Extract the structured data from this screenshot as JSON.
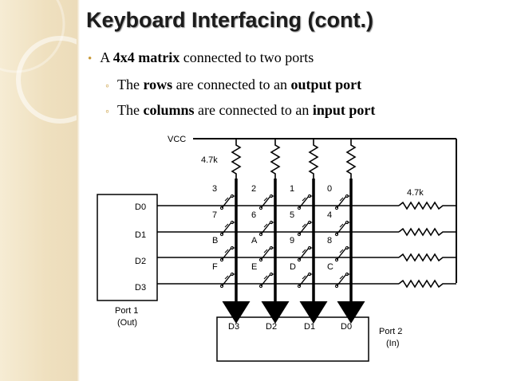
{
  "title": "Keyboard Interfacing (cont.)",
  "bullets": {
    "main": {
      "prefix": "A ",
      "bold": "4x4 matrix",
      "suffix": " connected to two ports"
    },
    "sub": [
      {
        "t1": "The ",
        "b1": "rows",
        "t2": " are connected to an ",
        "b2": "output port"
      },
      {
        "t1": "The ",
        "b1": "columns",
        "t2": " are connected to an ",
        "b2": "input port"
      }
    ]
  },
  "diagram": {
    "vcc": "VCC",
    "col_resistor": "4.7k",
    "row_resistor": "4.7k",
    "port1": {
      "pins": [
        "D0",
        "D1",
        "D2",
        "D3"
      ],
      "name": "Port 1",
      "dir": "(Out)"
    },
    "port2": {
      "pins": [
        "D3",
        "D2",
        "D1",
        "D0"
      ],
      "name": "Port 2",
      "dir": "(In)"
    },
    "keys": [
      [
        "3",
        "2",
        "1",
        "0"
      ],
      [
        "7",
        "6",
        "5",
        "4"
      ],
      [
        "B",
        "A",
        "9",
        "8"
      ],
      [
        "F",
        "E",
        "D",
        "C"
      ]
    ]
  }
}
